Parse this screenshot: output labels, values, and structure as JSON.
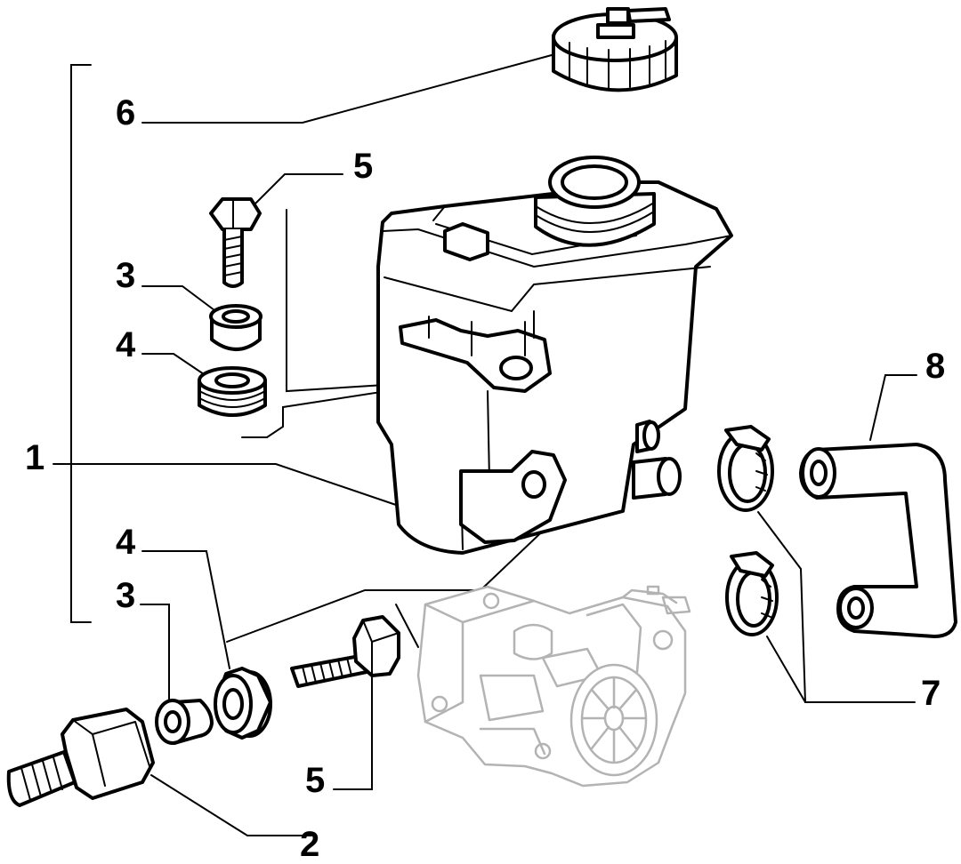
{
  "diagram": {
    "labels": {
      "l1": "1",
      "l2": "2",
      "l3a": "3",
      "l3b": "3",
      "l4a": "4",
      "l4b": "4",
      "l5a": "5",
      "l5b": "5",
      "l6": "6",
      "l7": "7",
      "l8": "8"
    }
  }
}
